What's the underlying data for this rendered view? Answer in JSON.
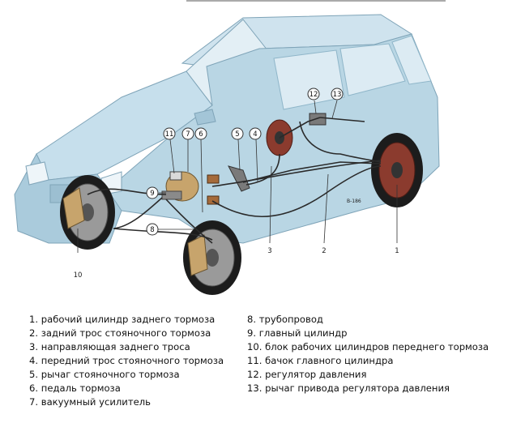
{
  "diagram": {
    "callouts": [
      {
        "id": "c1",
        "text": "1"
      },
      {
        "id": "c2",
        "text": "2"
      },
      {
        "id": "c3",
        "text": "3"
      },
      {
        "id": "c4",
        "text": "4"
      },
      {
        "id": "c5",
        "text": "5"
      },
      {
        "id": "c6",
        "text": "6"
      },
      {
        "id": "c7",
        "text": "7"
      },
      {
        "id": "c8",
        "text": "8"
      },
      {
        "id": "c9",
        "text": "9"
      },
      {
        "id": "c10",
        "text": "10"
      },
      {
        "id": "c11",
        "text": "11"
      },
      {
        "id": "c12",
        "text": "12"
      },
      {
        "id": "c13",
        "text": "13"
      }
    ],
    "small_code": "B-186"
  },
  "legend": {
    "left": [
      "1. рабочий цилиндр заднего тормоза",
      "2. задний трос стояночного тормоза",
      "3. направляющая заднего троса",
      "4. передний трос стояночного тормоза",
      "5. рычаг стояночного тормоза",
      "6. педаль тормоза",
      "7. вакуумный усилитель"
    ],
    "right": [
      "8. трубопровод",
      "9. главный цилиндр",
      "10. блок рабочих цилиндров переднего тормоза",
      "11. бачок главного цилиндра",
      "12. регулятор давления",
      "13. рычаг привода регулятора давления"
    ]
  },
  "colors": {
    "body": "#b9d6e4",
    "body_dark": "#8fb6c9",
    "tire": "#1c1c1c",
    "rotor": "#9a9a9a",
    "caliper": "#c7a46c",
    "brake_drum": "#8b3b2e",
    "line": "#2a2a2a"
  }
}
